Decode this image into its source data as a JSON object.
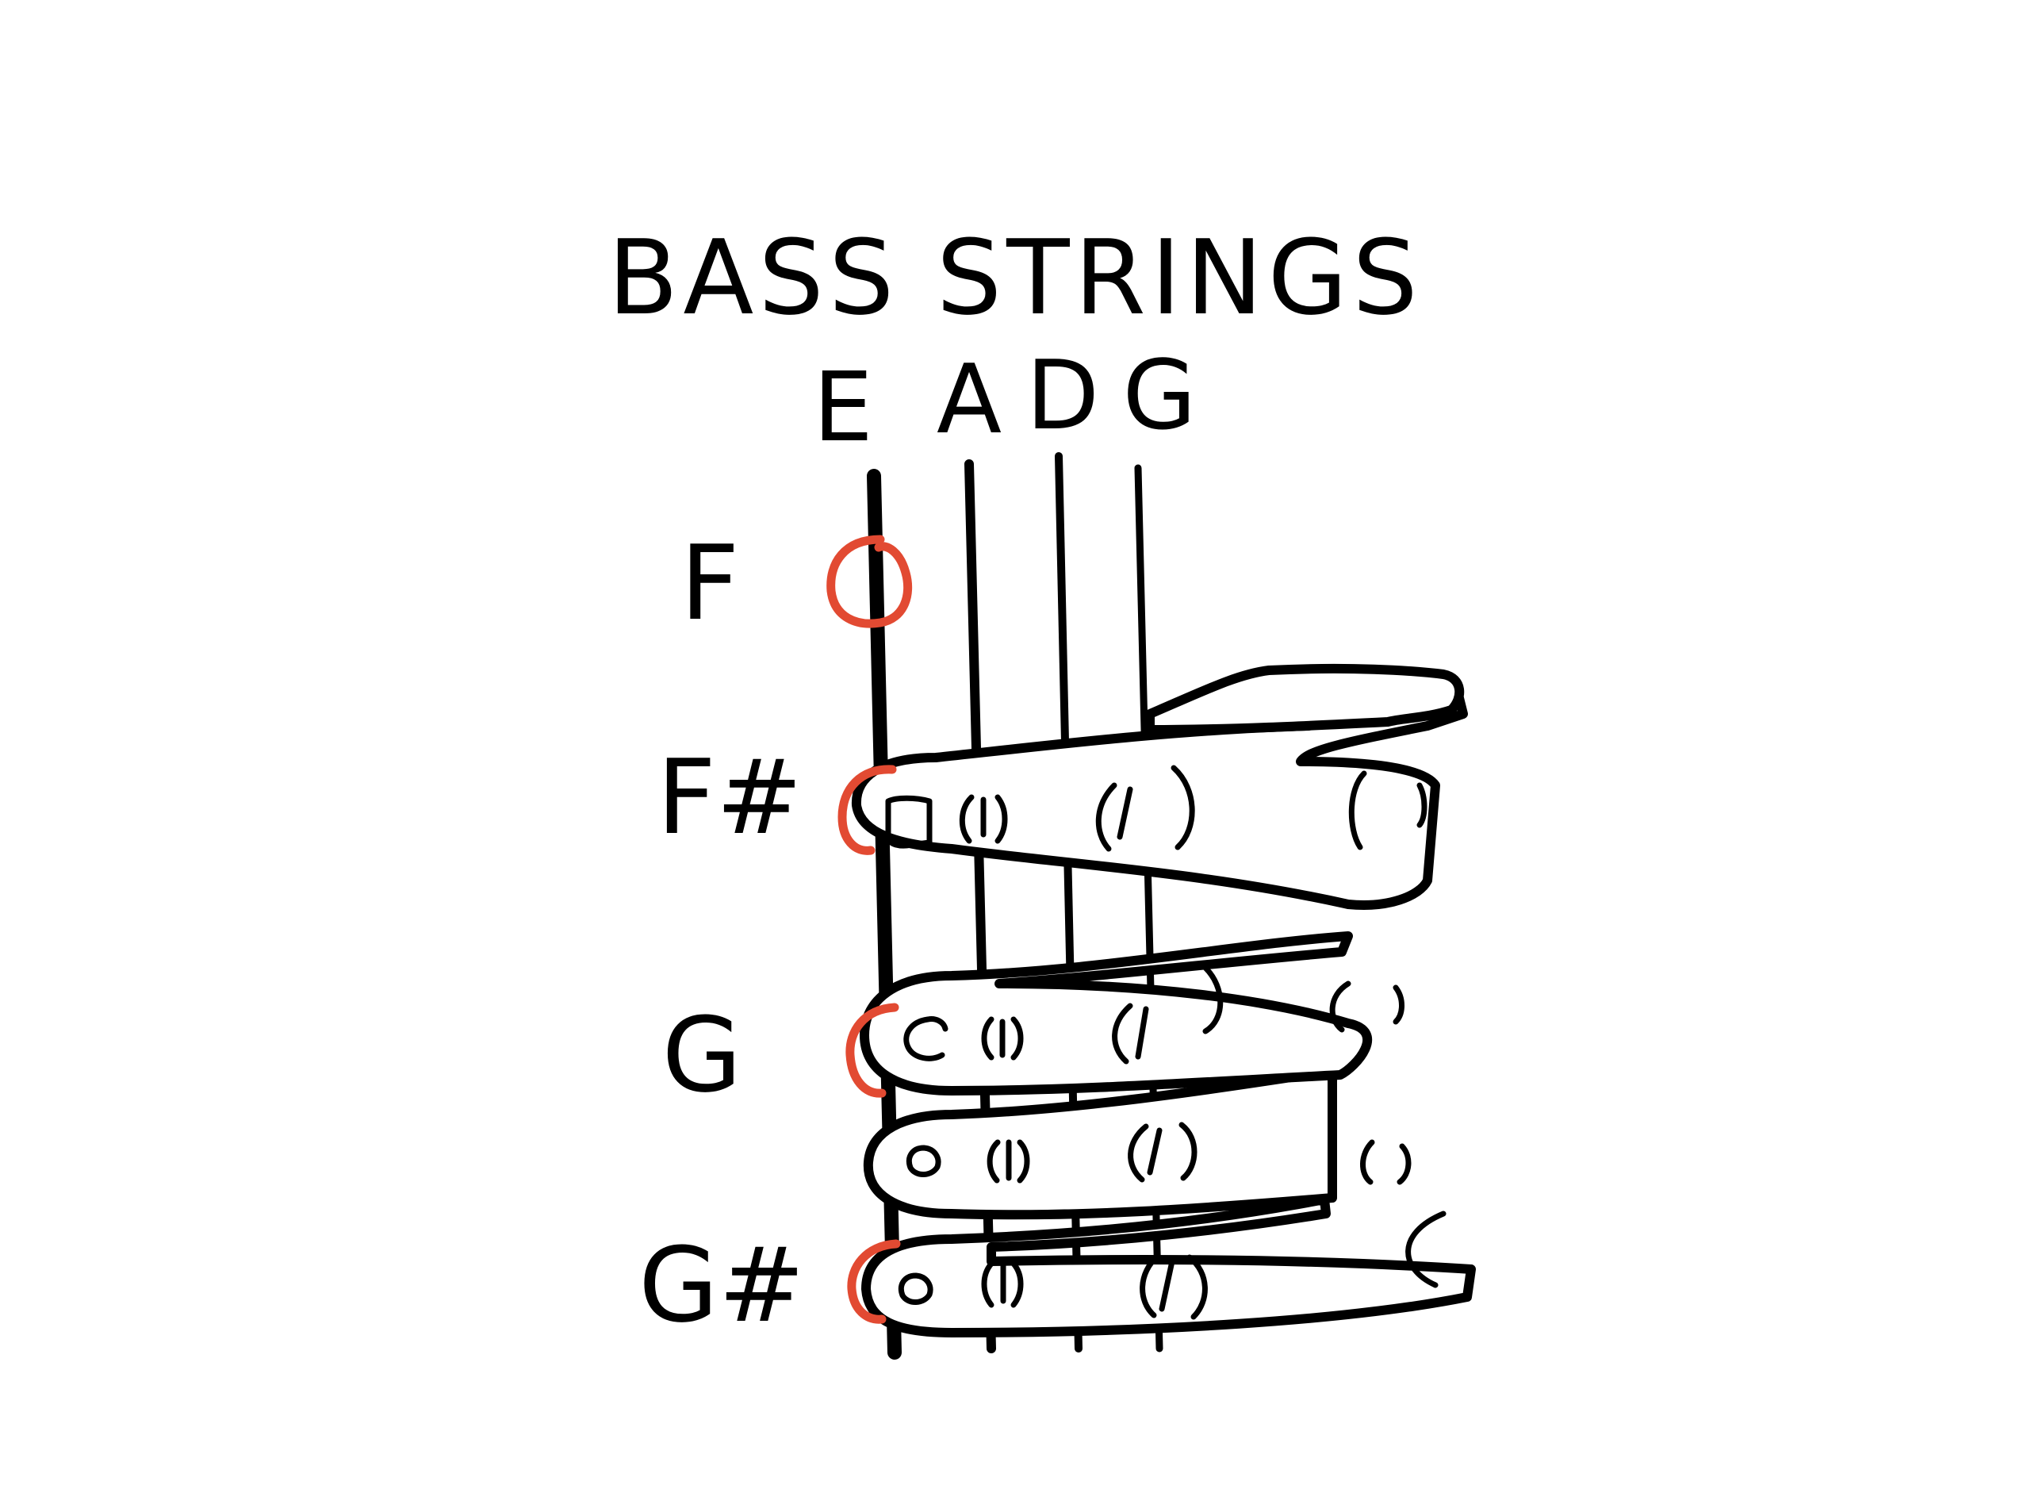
{
  "title": "BASS STRINGS",
  "strings": [
    "E",
    "A",
    "D",
    "G"
  ],
  "notes": [
    "F",
    "F#",
    "G",
    "G#"
  ],
  "colors": {
    "ink": "#000000",
    "marker": "#e24a32",
    "background": "#ffffff"
  }
}
